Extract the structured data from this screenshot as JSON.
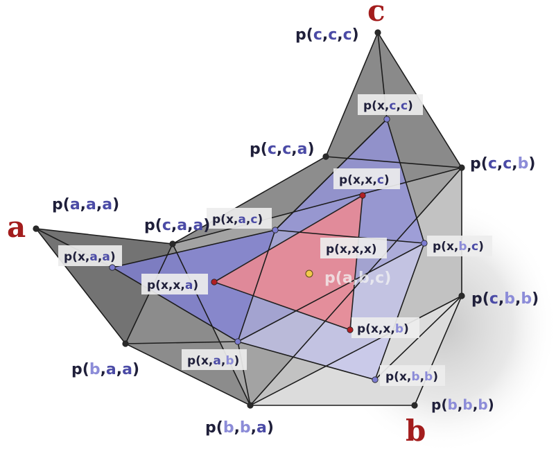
{
  "colors": {
    "outer_dark": "#7a7a7a",
    "outer_mid": "#a8a8a8",
    "outer_light": "#d6d6d6",
    "blue_face": "#8c8cd8",
    "red_face": "#e7858f",
    "label_dark": "#1f1f3a",
    "label_blue": "#4b4ba6",
    "label_light": "#8c8cd8",
    "vertex_red": "#a31d1d",
    "label_box": "#ededed"
  },
  "vertices": [
    {
      "text": "a"
    },
    {
      "text": "b"
    },
    {
      "text": "c"
    }
  ],
  "labels": [
    {
      "id": "aaa",
      "parts": [
        [
          "p(",
          "d"
        ],
        [
          "a",
          "b"
        ],
        [
          ",",
          "d"
        ],
        [
          "a",
          "b"
        ],
        [
          ",",
          "d"
        ],
        [
          "a",
          "b"
        ],
        [
          ")",
          "d"
        ]
      ]
    },
    {
      "id": "caa",
      "parts": [
        [
          "p(",
          "d"
        ],
        [
          "c",
          "b"
        ],
        [
          ",",
          "d"
        ],
        [
          "a",
          "b"
        ],
        [
          ",",
          "d"
        ],
        [
          "a",
          "b"
        ],
        [
          ")",
          "d"
        ]
      ]
    },
    {
      "id": "cca",
      "parts": [
        [
          "p(",
          "d"
        ],
        [
          "c",
          "b"
        ],
        [
          ",",
          "d"
        ],
        [
          "c",
          "b"
        ],
        [
          ",",
          "d"
        ],
        [
          "a",
          "b"
        ],
        [
          ")",
          "d"
        ]
      ]
    },
    {
      "id": "ccc",
      "parts": [
        [
          "p(",
          "d"
        ],
        [
          "c",
          "b"
        ],
        [
          ",",
          "d"
        ],
        [
          "c",
          "b"
        ],
        [
          ",",
          "d"
        ],
        [
          "c",
          "b"
        ],
        [
          ")",
          "d"
        ]
      ]
    },
    {
      "id": "ccb",
      "parts": [
        [
          "p(",
          "d"
        ],
        [
          "c",
          "b"
        ],
        [
          ",",
          "d"
        ],
        [
          "c",
          "b"
        ],
        [
          ",",
          "d"
        ],
        [
          "b",
          "l"
        ],
        [
          ")",
          "d"
        ]
      ]
    },
    {
      "id": "cbb",
      "parts": [
        [
          "p(",
          "d"
        ],
        [
          "c",
          "b"
        ],
        [
          ",",
          "d"
        ],
        [
          "b",
          "l"
        ],
        [
          ",",
          "d"
        ],
        [
          "b",
          "l"
        ],
        [
          ")",
          "d"
        ]
      ]
    },
    {
      "id": "bbb",
      "parts": [
        [
          "p(",
          "d"
        ],
        [
          "b",
          "l"
        ],
        [
          ",",
          "d"
        ],
        [
          "b",
          "l"
        ],
        [
          ",",
          "d"
        ],
        [
          "b",
          "l"
        ],
        [
          ")",
          "d"
        ]
      ]
    },
    {
      "id": "bba",
      "parts": [
        [
          "p(",
          "d"
        ],
        [
          "b",
          "l"
        ],
        [
          ",",
          "d"
        ],
        [
          "b",
          "l"
        ],
        [
          ",",
          "d"
        ],
        [
          "a",
          "b"
        ],
        [
          ")",
          "d"
        ]
      ]
    },
    {
      "id": "baa",
      "parts": [
        [
          "p(",
          "d"
        ],
        [
          "b",
          "l"
        ],
        [
          ",",
          "d"
        ],
        [
          "a",
          "b"
        ],
        [
          ",",
          "d"
        ],
        [
          "a",
          "b"
        ],
        [
          ")",
          "d"
        ]
      ]
    },
    {
      "id": "xaa",
      "parts": [
        [
          "p(",
          "d"
        ],
        [
          "x",
          "d"
        ],
        [
          ",",
          "d"
        ],
        [
          "a",
          "b"
        ],
        [
          ",",
          "d"
        ],
        [
          "a",
          "b"
        ],
        [
          ")",
          "d"
        ]
      ]
    },
    {
      "id": "xac",
      "parts": [
        [
          "p(",
          "d"
        ],
        [
          "x",
          "d"
        ],
        [
          ",",
          "d"
        ],
        [
          "a",
          "b"
        ],
        [
          ",",
          "d"
        ],
        [
          "c",
          "b"
        ],
        [
          ")",
          "d"
        ]
      ]
    },
    {
      "id": "xcc",
      "parts": [
        [
          "p(",
          "d"
        ],
        [
          "x",
          "d"
        ],
        [
          ",",
          "d"
        ],
        [
          "c",
          "b"
        ],
        [
          ",",
          "d"
        ],
        [
          "c",
          "b"
        ],
        [
          ")",
          "d"
        ]
      ]
    },
    {
      "id": "xbc",
      "parts": [
        [
          "p(",
          "d"
        ],
        [
          "x",
          "d"
        ],
        [
          ",",
          "d"
        ],
        [
          "b",
          "l"
        ],
        [
          ",",
          "d"
        ],
        [
          "c",
          "b"
        ],
        [
          ")",
          "d"
        ]
      ]
    },
    {
      "id": "xbb",
      "parts": [
        [
          "p(",
          "d"
        ],
        [
          "x",
          "d"
        ],
        [
          ",",
          "d"
        ],
        [
          "b",
          "l"
        ],
        [
          ",",
          "d"
        ],
        [
          "b",
          "l"
        ],
        [
          ")",
          "d"
        ]
      ]
    },
    {
      "id": "xab",
      "parts": [
        [
          "p(",
          "d"
        ],
        [
          "x",
          "d"
        ],
        [
          ",",
          "d"
        ],
        [
          "a",
          "b"
        ],
        [
          ",",
          "d"
        ],
        [
          "b",
          "l"
        ],
        [
          ")",
          "d"
        ]
      ]
    },
    {
      "id": "xxc",
      "parts": [
        [
          "p(",
          "d"
        ],
        [
          "x",
          "d"
        ],
        [
          ",",
          "d"
        ],
        [
          "x",
          "d"
        ],
        [
          ",",
          "d"
        ],
        [
          "c",
          "b"
        ],
        [
          ")",
          "d"
        ]
      ]
    },
    {
      "id": "xxa",
      "parts": [
        [
          "p(",
          "d"
        ],
        [
          "x",
          "d"
        ],
        [
          ",",
          "d"
        ],
        [
          "x",
          "d"
        ],
        [
          ",",
          "d"
        ],
        [
          "a",
          "b"
        ],
        [
          ")",
          "d"
        ]
      ]
    },
    {
      "id": "xxb",
      "parts": [
        [
          "p(",
          "d"
        ],
        [
          "x",
          "d"
        ],
        [
          ",",
          "d"
        ],
        [
          "x",
          "d"
        ],
        [
          ",",
          "d"
        ],
        [
          "b",
          "l"
        ],
        [
          ")",
          "d"
        ]
      ]
    },
    {
      "id": "xxx",
      "parts": [
        [
          "p(",
          "d"
        ],
        [
          "x",
          "d"
        ],
        [
          ",",
          "d"
        ],
        [
          "x",
          "d"
        ],
        [
          ",",
          "d"
        ],
        [
          "x",
          "d"
        ],
        [
          ")",
          "d"
        ]
      ]
    },
    {
      "id": "abc",
      "parts": [
        [
          "p(",
          "g"
        ],
        [
          "a",
          "g"
        ],
        [
          ",",
          "g"
        ],
        [
          "b",
          "g"
        ],
        [
          ",",
          "g"
        ],
        [
          "c",
          "g"
        ],
        [
          ")",
          "g"
        ]
      ]
    }
  ]
}
